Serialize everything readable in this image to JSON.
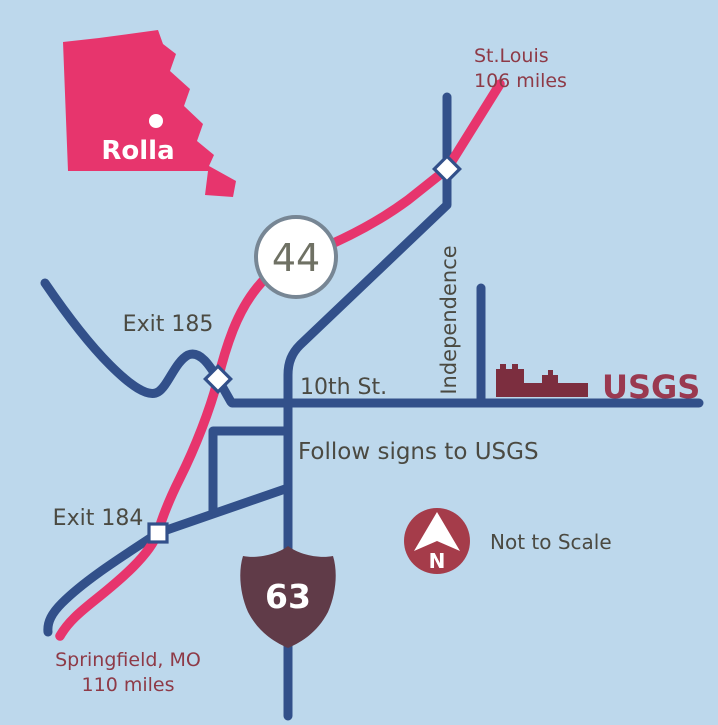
{
  "region_label": "Rolla",
  "colors": {
    "background": "#bdd8ec",
    "route_pink": "#e7356d",
    "road_blue": "#32508a",
    "badge44_stroke": "#778694",
    "badge44_text": "#6f7164",
    "shield_maroon": "#603b48",
    "compass_red": "#a53c4a",
    "building_maroon": "#7c2e3f",
    "usgs_maroon": "#9a3950",
    "dest_maroon": "#8e3a47",
    "text_dark": "#4b4a42",
    "white": "#ffffff"
  },
  "destinations": {
    "st_louis": {
      "name": "St.Louis",
      "distance": "106 miles"
    },
    "springfield": {
      "name": "Springfield, MO",
      "distance": "110 miles"
    }
  },
  "highways": {
    "interstate": "44",
    "us_route": "63"
  },
  "streets": {
    "tenth": "10th St.",
    "independence": "Independence"
  },
  "exits": {
    "e185": "Exit 185",
    "e184": "Exit 184"
  },
  "notes": {
    "follow": "Follow signs to USGS",
    "scale": "Not to Scale"
  },
  "agency_label": "USGS",
  "compass_north": "N",
  "icons": {
    "north_arrow": "up-arrow",
    "usgs_building": "building-silhouette",
    "exit_diamond": "diamond-marker",
    "exit_square": "square-marker",
    "city_dot": "circle-dot"
  }
}
